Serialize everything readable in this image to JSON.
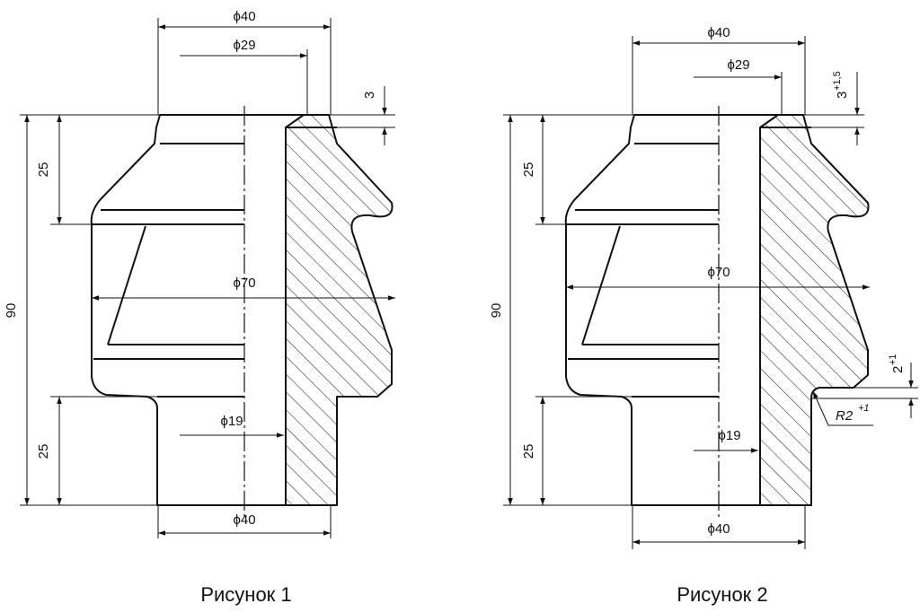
{
  "figures": [
    {
      "caption": "Рисунок 1",
      "dims": {
        "d_top": "ϕ40",
        "d_bore": "ϕ29",
        "d_mid": "ϕ70",
        "d_inner": "ϕ19",
        "d_bottom": "ϕ40",
        "h_total": "90",
        "h_top": "25",
        "h_bottom": "25",
        "h_step": "3"
      }
    },
    {
      "caption": "Рисунок 2",
      "dims": {
        "d_top": "ϕ40",
        "d_bore": "ϕ29",
        "d_mid": "ϕ70",
        "d_inner": "ϕ19",
        "d_bottom": "ϕ40",
        "h_total": "90",
        "h_top": "25",
        "h_bottom": "25",
        "h_step": "3",
        "h_step_tol": "+1,5",
        "h_groove": "2",
        "h_groove_tol": "+1",
        "radius": "R2",
        "radius_tol": "+1"
      }
    }
  ]
}
